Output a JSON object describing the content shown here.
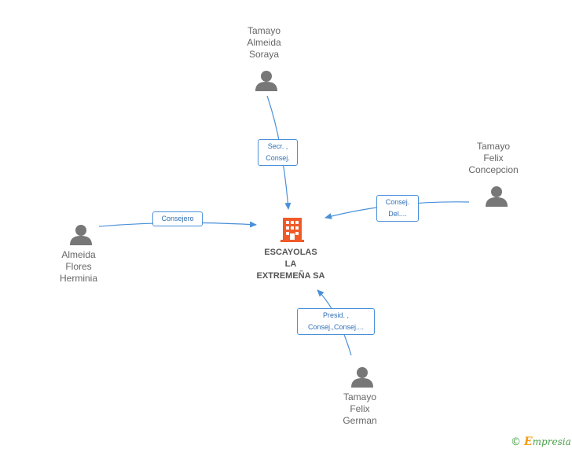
{
  "company": {
    "name_lines": [
      "ESCAYOLAS",
      "LA",
      "EXTREMEÑA SA"
    ],
    "icon": "building-icon",
    "color": "#f05a28"
  },
  "people": [
    {
      "id": "soraya",
      "name_lines": [
        "Tamayo",
        "Almeida",
        "Soraya"
      ],
      "icon": "person-icon"
    },
    {
      "id": "concepcion",
      "name_lines": [
        "Tamayo",
        "Felix",
        "Concepcion"
      ],
      "icon": "person-icon"
    },
    {
      "id": "herminia",
      "name_lines": [
        "Almeida",
        "Flores",
        "Herminia"
      ],
      "icon": "person-icon"
    },
    {
      "id": "german",
      "name_lines": [
        "Tamayo",
        "Felix",
        "German"
      ],
      "icon": "person-icon"
    }
  ],
  "edges": [
    {
      "from": "soraya",
      "label_lines": [
        "Secr. ,",
        "Consej."
      ]
    },
    {
      "from": "concepcion",
      "label_lines": [
        "Consej.",
        "Del...."
      ]
    },
    {
      "from": "herminia",
      "label_lines": [
        "Consejero"
      ]
    },
    {
      "from": "german",
      "label_lines": [
        "Presid. ,",
        "Consej.,Consej...."
      ]
    }
  ],
  "brand": {
    "copyright": "©",
    "initial": "E",
    "rest": "mpresia",
    "color": "#4aa04a"
  },
  "colors": {
    "edge": "#4a90d9",
    "person": "#777777"
  }
}
